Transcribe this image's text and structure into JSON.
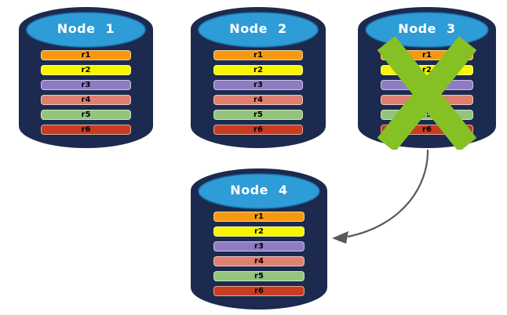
{
  "diagram": {
    "type": "database-replication-failover",
    "background": "#FFFFFF",
    "colors": {
      "cylinder_body": "#1B2A4E",
      "cylinder_top_fill": "#2E9CD6",
      "cylinder_top_stroke": "#1E6FA8",
      "node_title_text": "#FFFFFF",
      "bar_text": "#000000",
      "failed_x": "#85C125",
      "arrow": "#595959"
    },
    "rows": [
      {
        "label": "r1",
        "color": "#F7990F"
      },
      {
        "label": "r2",
        "color": "#F9F400"
      },
      {
        "label": "r3",
        "color": "#8E7CC3"
      },
      {
        "label": "r4",
        "color": "#DF7F6F"
      },
      {
        "label": "r5",
        "color": "#93C47D"
      },
      {
        "label": "r6",
        "color": "#C83C21"
      }
    ],
    "nodes": [
      {
        "label": "Node 1",
        "crossed_out": false
      },
      {
        "label": "Node 2",
        "crossed_out": false
      },
      {
        "label": "Node 3",
        "crossed_out": true
      },
      {
        "label": "Node 4",
        "crossed_out": false
      }
    ],
    "arrow": {
      "from": "Node 3",
      "to": "Node 4"
    }
  }
}
